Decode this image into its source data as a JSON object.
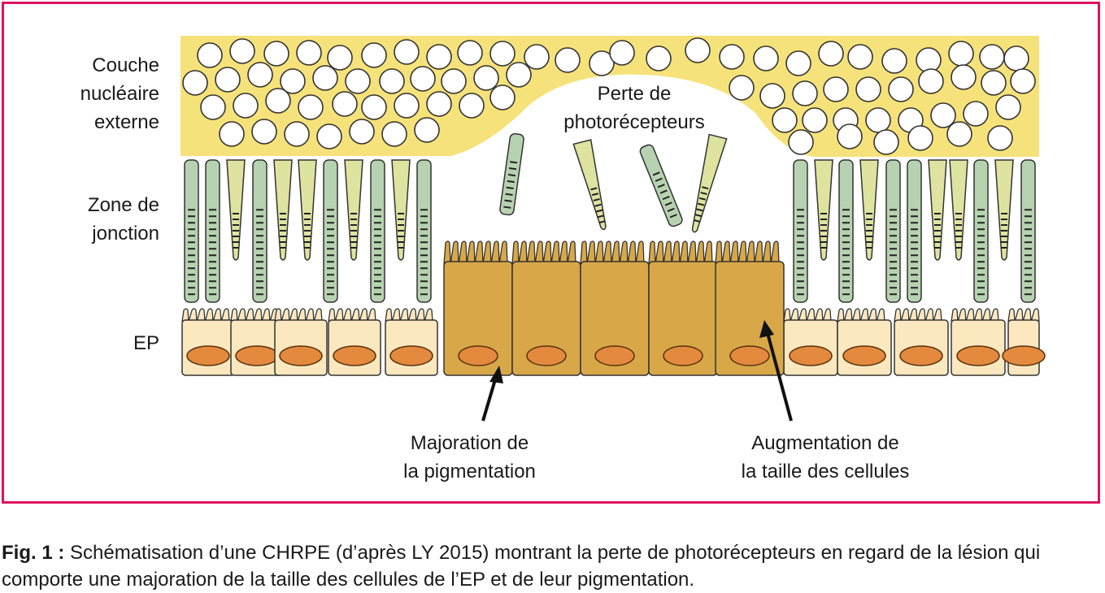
{
  "labels": {
    "layer_onl": "Couche\nnucléaire\nexterne",
    "layer_junction": "Zone de\njonction",
    "layer_ep": "EP",
    "loss": "Perte de\nphotorécepteurs",
    "pigment": "Majoration de\nla pigmentation",
    "size": "Augmentation de\nla taille des cellules"
  },
  "caption": {
    "label": "Fig. 1 :",
    "text": "Schématisation d’une CHRPE (d’après LY 2015) montrant la perte de photorécepteurs en regard de la lésion qui comporte une majoration de la taille des cellules de l’EP et de leur pigmentation."
  },
  "colors": {
    "frame": "#e0115f",
    "nuclear_layer": "#f6e27a",
    "rod": "#b7d2b0",
    "cone": "#dfe3a0",
    "ep_cell": "#fbe8be",
    "ep_nucleus": "#e38a3f",
    "pigmented_cell": "#d8a848"
  }
}
